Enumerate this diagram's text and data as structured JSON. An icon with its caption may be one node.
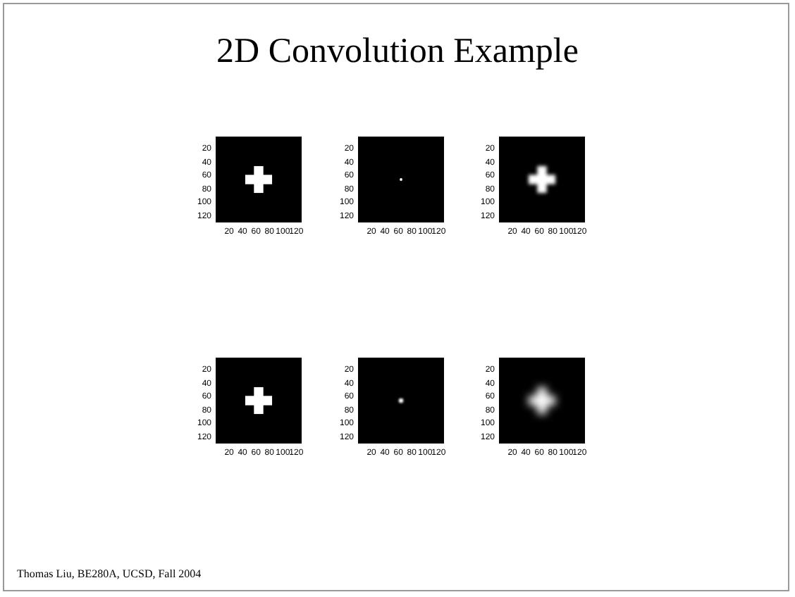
{
  "diagram": {
    "title": "2D Convolution Example",
    "caption": "Thomas Liu, BE280A, UCSD, Fall 2004",
    "labels": [
      "20",
      "40",
      "60",
      "80",
      "100",
      "120",
      "20",
      "40",
      "60",
      "80",
      "100",
      "120",
      "20",
      "40",
      "60",
      "80",
      "100",
      "120",
      "20",
      "40",
      "60",
      "80",
      "100",
      "120",
      "20",
      "40",
      "60",
      "80",
      "100",
      "120",
      "20",
      "40",
      "60",
      "80",
      "100",
      "120",
      "20",
      "40",
      "60",
      "80",
      "100",
      "120",
      "20",
      "40",
      "60",
      "80",
      "100",
      "120",
      "20",
      "40",
      "60",
      "80",
      "100",
      "120",
      "20",
      "40",
      "60",
      "80",
      "100",
      "120",
      "20",
      "40",
      "60",
      "80",
      "100",
      "120",
      "20",
      "40",
      "60",
      "80",
      "100",
      "120"
    ]
  }
}
